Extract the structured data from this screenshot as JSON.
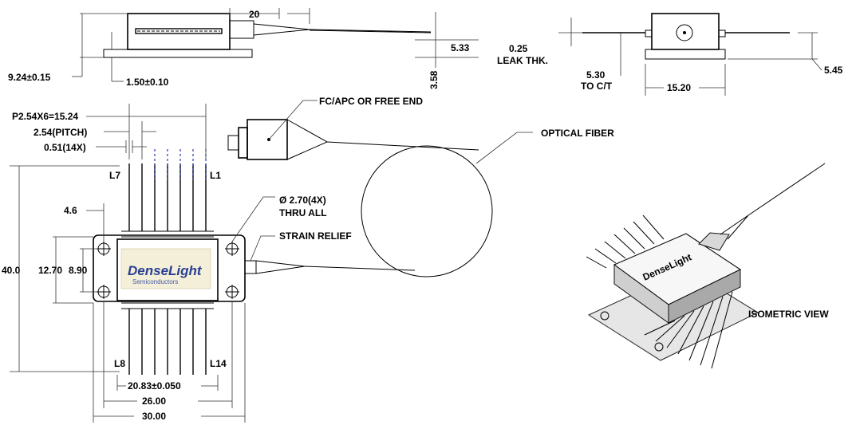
{
  "labels": {
    "top_len": "20",
    "dim_533": "5.33",
    "dim_358": "3.58",
    "dim_924": "9.24±0.15",
    "dim_150": "1.50±0.10",
    "leak_1": "0.25",
    "leak_2": "LEAK THK.",
    "ct_1": "5.30",
    "ct_2": "TO C/T",
    "dim_1520": "15.20",
    "dim_545": "5.45",
    "pitch_total": "P2.54X6=15.24",
    "pitch": "2.54(PITCH)",
    "pin_w": "0.51(14X)",
    "pin_l7": "L7",
    "pin_l1": "L1",
    "pin_l8": "L8",
    "pin_l14": "L14",
    "dim_46": "4.6",
    "dim_400": "40.0",
    "dim_1270": "12.70",
    "dim_890": "8.90",
    "dim_2083": "20.83±0.050",
    "dim_2600": "26.00",
    "dim_3000": "30.00",
    "fc_apc": "FC/APC OR FREE END",
    "optical_fiber": "OPTICAL FIBER",
    "hole_1": "Ø 2.70(4X)",
    "hole_2": "THRU ALL",
    "strain_relief": "STRAIN RELIEF",
    "isometric": "ISOMETRIC VIEW"
  },
  "logo": {
    "brand": "DenseLight",
    "sub": "Semiconductors",
    "iso_brand": "DenseLight"
  }
}
